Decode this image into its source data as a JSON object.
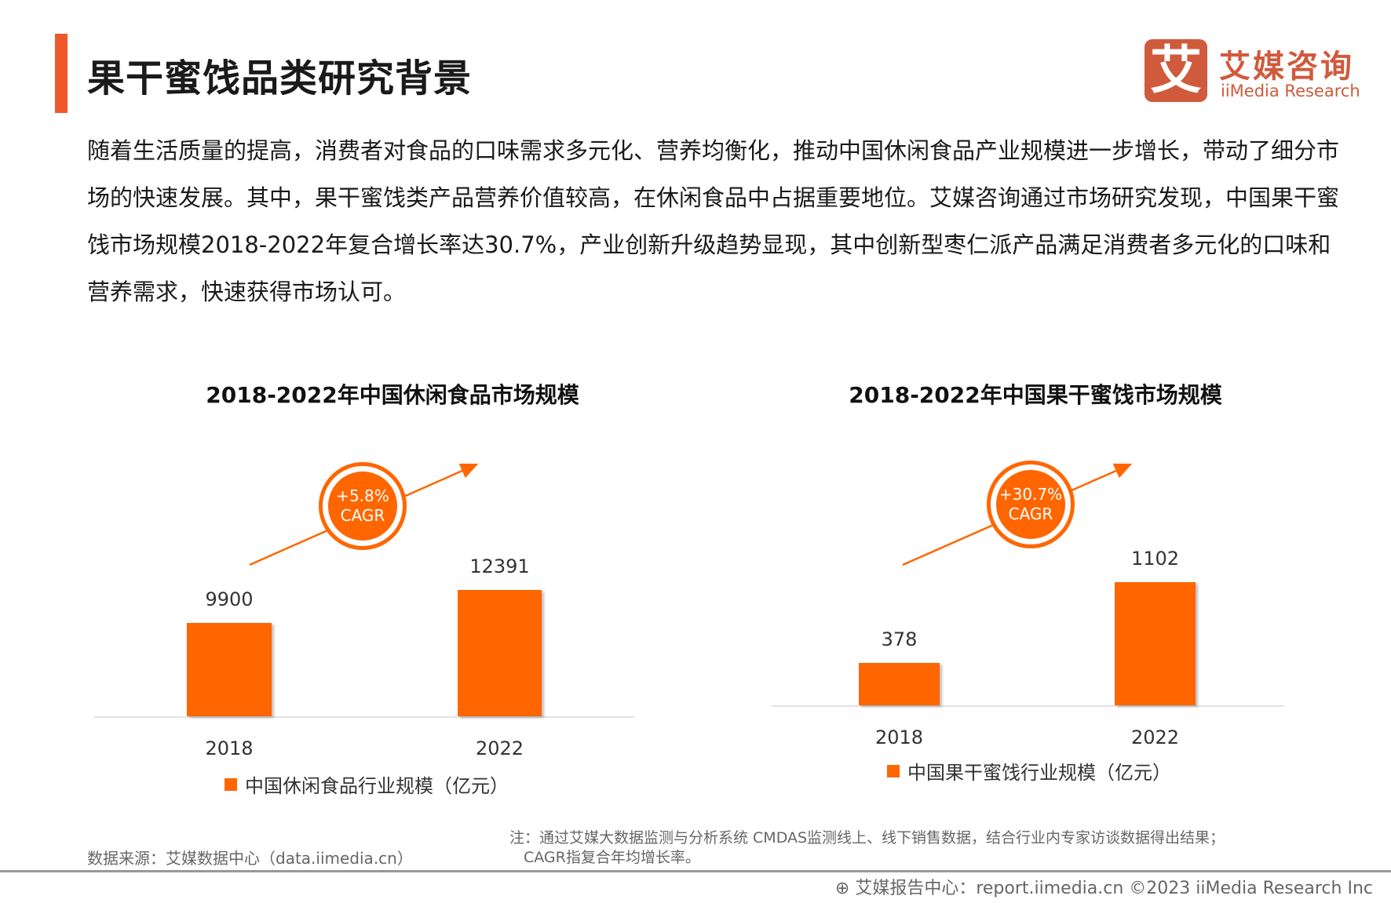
{
  "header": {
    "title": "果干蜜饯品类研究背景",
    "logo_mark": "艾",
    "logo_cn": "艾媒咨询",
    "logo_en": "iiMedia Research"
  },
  "paragraph": "随着生活质量的提高，消费者对食品的口味需求多元化、营养均衡化，推动中国休闲食品产业规模进一步增长，带动了细分市场的快速发展。其中，果干蜜饯类产品营养价值较高，在休闲食品中占据重要地位。艾媒咨询通过市场研究发现，中国果干蜜饯市场规模2018-2022年复合增长率达30.7%，产业创新升级趋势显现，其中创新型枣仁派产品满足消费者多元化的口味和营养需求，快速获得市场认可。",
  "accent": "#ff6600",
  "chart_data": [
    {
      "type": "bar",
      "title": "2018-2022年中国休闲食品市场规模",
      "categories": [
        "2018",
        "2022"
      ],
      "values": [
        9900,
        12391
      ],
      "legend": "中国休闲食品行业规模（亿元）",
      "cagr": "+5.8%",
      "cagr_label": "CAGR"
    },
    {
      "type": "bar",
      "title": "2018-2022年中国果干蜜饯市场规模",
      "categories": [
        "2018",
        "2022"
      ],
      "values": [
        378,
        1102
      ],
      "legend": "中国果干蜜饯行业规模（亿元）",
      "cagr": "+30.7%",
      "cagr_label": "CAGR"
    }
  ],
  "footer": {
    "source": "数据来源：艾媒数据中心（data.iimedia.cn）",
    "note_line1": "注：通过艾媒大数据监测与分析系统 CMDAS监测线上、线下销售数据，结合行业内专家访谈数据得出结果；",
    "note_line2": "CAGR指复合年均增长率。",
    "bottom": "艾媒报告中心：report.iimedia.cn   ©2023  iiMedia Research Inc"
  }
}
